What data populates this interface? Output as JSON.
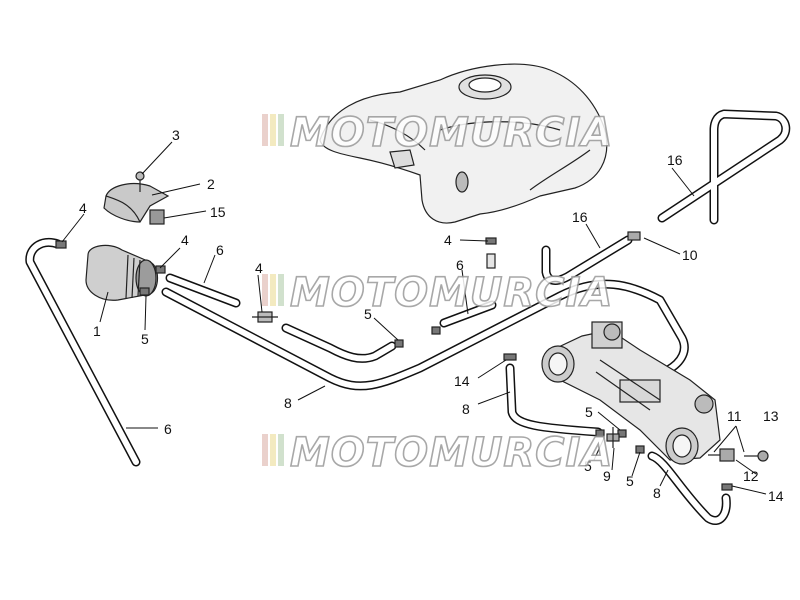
{
  "watermark": {
    "text": "MOTOMURCIA",
    "stripe_colors": [
      "#e7c9c4",
      "#f1e7b6",
      "#c9dcc5"
    ]
  },
  "callouts": {
    "c3": "3",
    "c2": "2",
    "c15": "15",
    "c4a": "4",
    "c4b": "4",
    "c4c": "4",
    "c4d": "4",
    "c1": "1",
    "c5a": "5",
    "c5b": "5",
    "c5c": "5",
    "c5d": "5",
    "c5e": "5",
    "c6a": "6",
    "c6b": "6",
    "c6c": "6",
    "c16a": "16",
    "c16b": "16",
    "c10": "10",
    "c14a": "14",
    "c14b": "14",
    "c8a": "8",
    "c8b": "8",
    "c8c": "8",
    "c9": "9",
    "c11": "11",
    "c12": "12",
    "c13": "13"
  },
  "colors": {
    "line": "#111111",
    "part_fill": "#cfcfcf",
    "part_dark": "#8f8f8f",
    "body_fill": "#eeeeee"
  }
}
